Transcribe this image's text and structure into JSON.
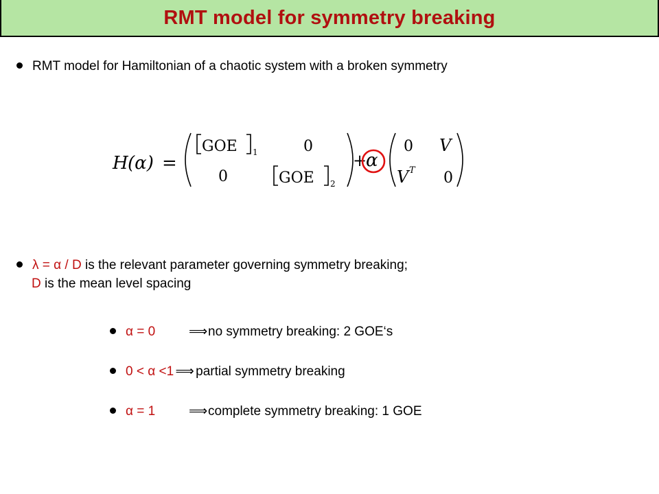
{
  "title": "RMT model for symmetry breaking",
  "bullet1": "RMT model for Hamiltonian of a chaotic system with a broken symmetry",
  "equation": {
    "lhs_H": "H",
    "lhs_alpha": "(α)",
    "equals": "=",
    "goe": "GOE",
    "sub1": "1",
    "sub2": "2",
    "zero": "0",
    "plus": "+",
    "alpha": "α",
    "V": "V",
    "VT_V": "V",
    "VT_T": "T"
  },
  "bullet2": {
    "red": "λ = α / D",
    "black": " is the relevant parameter governing symmetry breaking;",
    "line2_red": "D",
    "line2_black": " is the mean level spacing"
  },
  "cases": [
    {
      "red": "α = 0",
      "arrow": "⟹",
      "text": "no symmetry breaking: 2 GOE‘s"
    },
    {
      "red": "0 < α <1",
      "arrow": "⟹",
      "text": "partial symmetry breaking"
    },
    {
      "red": "α = 1",
      "arrow": "⟹",
      "text": "complete symmetry breaking: 1 GOE"
    }
  ],
  "colors": {
    "title_bg": "#b5e5a3",
    "title_text": "#b01010",
    "accent_red": "#c01010",
    "circle": "#e01010"
  }
}
